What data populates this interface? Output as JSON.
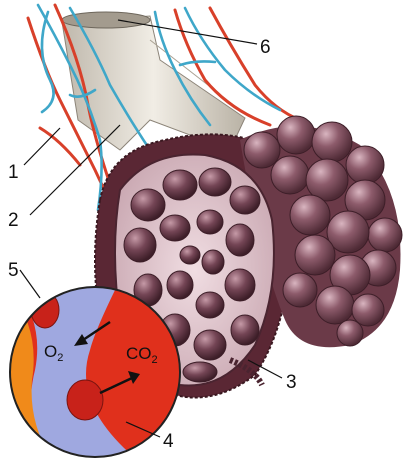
{
  "diagram": {
    "labels": {
      "l1": "1",
      "l2": "2",
      "l3": "3",
      "l4": "4",
      "l5": "5",
      "l6": "6"
    },
    "inset": {
      "o2_main": "O",
      "o2_sub": "2",
      "co2_main": "CO",
      "co2_sub": "2"
    }
  },
  "colors": {
    "artery": "#d8402a",
    "vein": "#3fa7c9",
    "alveolus": "#8a5a6a",
    "bronchiole": "#d9d3c8",
    "blood": "#e0301c",
    "membrane": "#9fa8e0",
    "cell": "#d9261a"
  }
}
